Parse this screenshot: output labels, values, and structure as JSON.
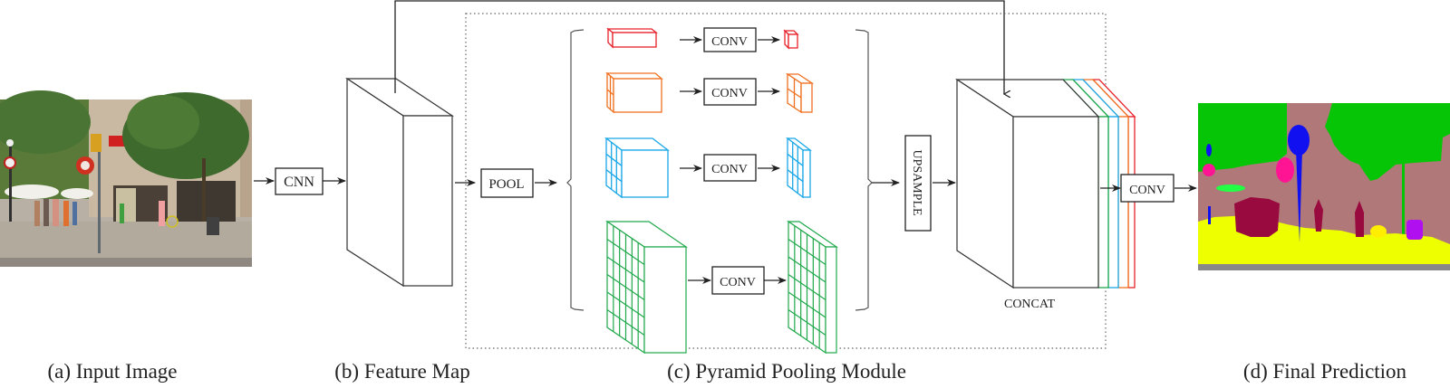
{
  "captions": {
    "a": "(a) Input Image",
    "b": "(b) Feature Map",
    "c": "(c) Pyramid Pooling Module",
    "d": "(d) Final Prediction"
  },
  "blocks": {
    "cnn": "CNN",
    "pool": "POOL",
    "conv": "CONV",
    "upsample": "UPSAMPLE",
    "concat": "CONCAT",
    "final_conv": "CONV"
  },
  "pyramid_levels": [
    {
      "name": "level-1x1",
      "grid": 1,
      "color": "#e8202a"
    },
    {
      "name": "level-2x2",
      "grid": 2,
      "color": "#f07020"
    },
    {
      "name": "level-3x3",
      "grid": 3,
      "color": "#1aa8e8"
    },
    {
      "name": "level-6x6",
      "grid": 6,
      "color": "#1fa84a"
    }
  ],
  "input_image": {
    "description": "street scene with trees, shop front, pedestrians, traffic light and signs"
  },
  "segmentation_colors": {
    "tree": "#06c406",
    "building": "#b07878",
    "sidewalk": "#eeff00",
    "road": "#888888",
    "person": "#990a3e",
    "pole": "#1010f0",
    "sign": "#ff1493",
    "plant": "#22ff44",
    "bin": "#b010f0"
  }
}
